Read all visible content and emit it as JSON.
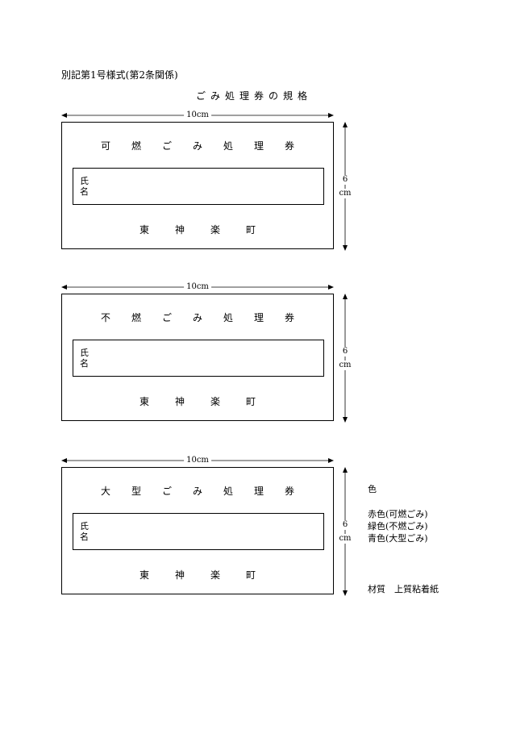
{
  "header": "別記第1号様式(第2条関係)",
  "title": "ごみ処理券の規格",
  "dims": {
    "width": "10cm",
    "height_num": "6",
    "height_unit": "cm"
  },
  "tickets": [
    {
      "title_chars": [
        "可",
        "燃",
        "ご",
        "み",
        "処",
        "理",
        "券"
      ],
      "name_label": "氏名",
      "town_chars": [
        "東",
        "神",
        "楽",
        "町"
      ]
    },
    {
      "title_chars": [
        "不",
        "燃",
        "ご",
        "み",
        "処",
        "理",
        "券"
      ],
      "name_label": "氏名",
      "town_chars": [
        "東",
        "神",
        "楽",
        "町"
      ]
    },
    {
      "title_chars": [
        "大",
        "型",
        "ご",
        "み",
        "処",
        "理",
        "券"
      ],
      "name_label": "氏名",
      "town_chars": [
        "東",
        "神",
        "楽",
        "町"
      ]
    }
  ],
  "spec": {
    "color_heading": "色",
    "colors": [
      "赤色(可燃ごみ)",
      "緑色(不燃ごみ)",
      "青色(大型ごみ)"
    ],
    "material": "材質　上質粘着紙"
  }
}
